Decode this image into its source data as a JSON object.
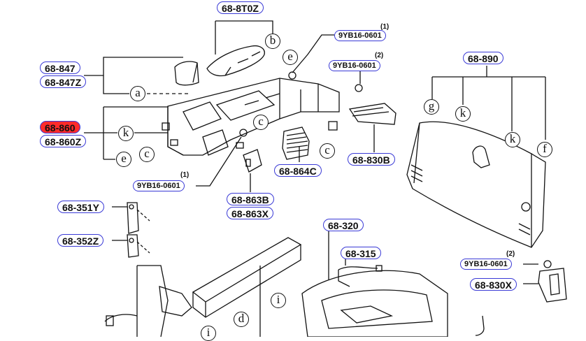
{
  "labels": {
    "l_8t0z": "68-8T0Z",
    "l_847": "68-847",
    "l_847z": "68-847Z",
    "l_860": "68-860",
    "l_860z": "68-860Z",
    "l_9yb_1a": "9YB16-0601",
    "l_9yb_2a": "9YB16-0601",
    "l_9yb_1b": "9YB16-0601",
    "l_890": "68-890",
    "l_864c": "68-864C",
    "l_830b": "68-830B",
    "l_863b": "68-863B",
    "l_863x": "68-863X",
    "l_351y": "68-351Y",
    "l_352z": "68-352Z",
    "l_320": "68-320",
    "l_315": "68-315",
    "l_9yb_2b": "9YB16-0601",
    "l_830x": "68-830X"
  },
  "quantities": {
    "q_1a": "(1)",
    "q_2a": "(2)",
    "q_1b": "(1)",
    "q_2b": "(2)"
  },
  "refs": {
    "r_b": "b",
    "r_e1": "e",
    "r_a": "a",
    "r_c1": "c",
    "r_k1": "k",
    "r_c2": "c",
    "r_e2": "e",
    "r_c3": "c",
    "r_g": "g",
    "r_k2": "k",
    "r_k3": "k",
    "r_f": "f",
    "r_d": "d",
    "r_i1": "i",
    "r_i2": "i"
  },
  "highlight_color": "#ff2b2b",
  "label_border_color": "#3a3ad6"
}
